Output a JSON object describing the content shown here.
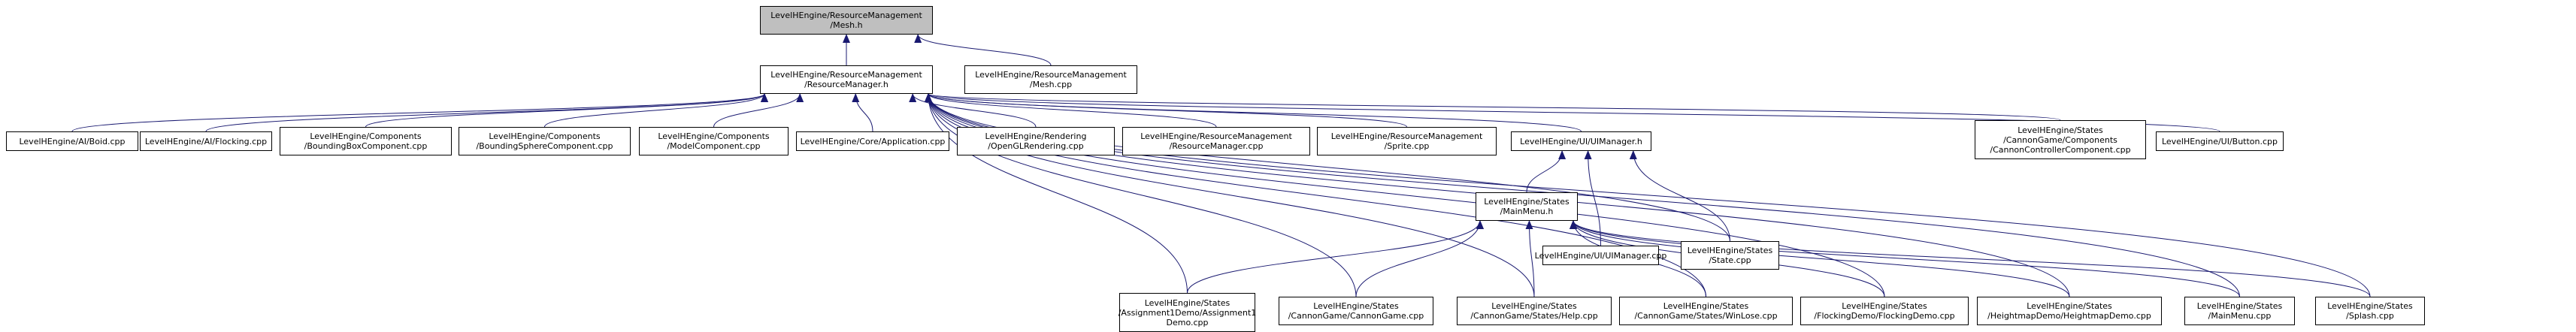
{
  "nodes": [
    {
      "id": "mesh_h",
      "lines": [
        "LevelHEngine/ResourceManagement",
        "/Mesh.h"
      ],
      "root": true
    },
    {
      "id": "rm_h",
      "lines": [
        "LevelHEngine/ResourceManagement",
        "/ResourceManager.h"
      ]
    },
    {
      "id": "mesh_cpp",
      "lines": [
        "LevelHEngine/ResourceManagement",
        "/Mesh.cpp"
      ]
    },
    {
      "id": "boid",
      "lines": [
        "LevelHEngine/AI/Boid.cpp"
      ]
    },
    {
      "id": "flocking",
      "lines": [
        "LevelHEngine/AI/Flocking.cpp"
      ]
    },
    {
      "id": "bbox",
      "lines": [
        "LevelHEngine/Components",
        "/BoundingBoxComponent.cpp"
      ]
    },
    {
      "id": "bsphere",
      "lines": [
        "LevelHEngine/Components",
        "/BoundingSphereComponent.cpp"
      ]
    },
    {
      "id": "model",
      "lines": [
        "LevelHEngine/Components",
        "/ModelComponent.cpp"
      ]
    },
    {
      "id": "app",
      "lines": [
        "LevelHEngine/Core/Application.cpp"
      ]
    },
    {
      "id": "opengl",
      "lines": [
        "LevelHEngine/Rendering",
        "/OpenGLRendering.cpp"
      ]
    },
    {
      "id": "rm_cpp",
      "lines": [
        "LevelHEngine/ResourceManagement",
        "/ResourceManager.cpp"
      ]
    },
    {
      "id": "sprite",
      "lines": [
        "LevelHEngine/ResourceManagement",
        "/Sprite.cpp"
      ]
    },
    {
      "id": "uimgr_h",
      "lines": [
        "LevelHEngine/UI/UIManager.h"
      ]
    },
    {
      "id": "cannonctrl",
      "lines": [
        "LevelHEngine/States",
        "/CannonGame/Components",
        "/CannonControllerComponent.cpp"
      ]
    },
    {
      "id": "button",
      "lines": [
        "LevelHEngine/UI/Button.cpp"
      ]
    },
    {
      "id": "mainmenu_h",
      "lines": [
        "LevelHEngine/States",
        "/MainMenu.h"
      ]
    },
    {
      "id": "uimgr_cpp",
      "lines": [
        "LevelHEngine/UI/UIManager.cpp"
      ]
    },
    {
      "id": "state",
      "lines": [
        "LevelHEngine/States",
        "/State.cpp"
      ]
    },
    {
      "id": "assign1",
      "lines": [
        "LevelHEngine/States",
        "/Assignment1Demo/Assignment1",
        "Demo.cpp"
      ]
    },
    {
      "id": "cannongame",
      "lines": [
        "LevelHEngine/States",
        "/CannonGame/CannonGame.cpp"
      ]
    },
    {
      "id": "help",
      "lines": [
        "LevelHEngine/States",
        "/CannonGame/States/Help.cpp"
      ]
    },
    {
      "id": "winlose",
      "lines": [
        "LevelHEngine/States",
        "/CannonGame/States/WinLose.cpp"
      ]
    },
    {
      "id": "flockdemo",
      "lines": [
        "LevelHEngine/States",
        "/FlockingDemo/FlockingDemo.cpp"
      ]
    },
    {
      "id": "heightmap",
      "lines": [
        "LevelHEngine/States",
        "/HeightmapDemo/HeightmapDemo.cpp"
      ]
    },
    {
      "id": "mainmenu_cpp",
      "lines": [
        "LevelHEngine/States",
        "/MainMenu.cpp"
      ]
    },
    {
      "id": "splash",
      "lines": [
        "LevelHEngine/States",
        "/Splash.cpp"
      ]
    }
  ],
  "edges": [
    [
      "rm_h",
      "mesh_h"
    ],
    [
      "mesh_cpp",
      "mesh_h"
    ],
    [
      "boid",
      "rm_h"
    ],
    [
      "flocking",
      "rm_h"
    ],
    [
      "bbox",
      "rm_h"
    ],
    [
      "bsphere",
      "rm_h"
    ],
    [
      "model",
      "rm_h"
    ],
    [
      "app",
      "rm_h"
    ],
    [
      "opengl",
      "rm_h"
    ],
    [
      "rm_cpp",
      "rm_h"
    ],
    [
      "sprite",
      "rm_h"
    ],
    [
      "uimgr_h",
      "rm_h"
    ],
    [
      "cannonctrl",
      "rm_h"
    ],
    [
      "button",
      "rm_h"
    ],
    [
      "state",
      "rm_h"
    ],
    [
      "assign1",
      "rm_h"
    ],
    [
      "cannongame",
      "rm_h"
    ],
    [
      "help",
      "rm_h"
    ],
    [
      "winlose",
      "rm_h"
    ],
    [
      "flockdemo",
      "rm_h"
    ],
    [
      "heightmap",
      "rm_h"
    ],
    [
      "mainmenu_cpp",
      "rm_h"
    ],
    [
      "splash",
      "rm_h"
    ],
    [
      "mainmenu_h",
      "uimgr_h"
    ],
    [
      "uimgr_cpp",
      "uimgr_h"
    ],
    [
      "state",
      "uimgr_h"
    ],
    [
      "assign1",
      "mainmenu_h"
    ],
    [
      "cannongame",
      "mainmenu_h"
    ],
    [
      "help",
      "mainmenu_h"
    ],
    [
      "winlose",
      "mainmenu_h"
    ],
    [
      "flockdemo",
      "mainmenu_h"
    ],
    [
      "heightmap",
      "mainmenu_h"
    ],
    [
      "mainmenu_cpp",
      "mainmenu_h"
    ],
    [
      "splash",
      "mainmenu_h"
    ]
  ],
  "colors": {
    "edge": "#191970",
    "root_fill": "#bfbfbf",
    "node_fill": "#ffffff",
    "border": "#000000"
  }
}
